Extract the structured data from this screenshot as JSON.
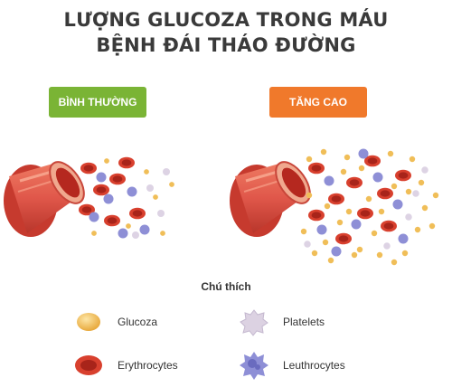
{
  "title": {
    "line1": "LƯỢNG GLUCOZA TRONG MÁU",
    "line2": "BỆNH ĐÁI THÁO ĐƯỜNG"
  },
  "panels": {
    "normal_label": "BÌNH THƯỜNG",
    "high_label": "TĂNG CAO"
  },
  "legend": {
    "title": "Chú thích",
    "items": {
      "glucose": "Glucoza",
      "erythrocytes": "Erythrocytes",
      "platelets": "Platelets",
      "leukocytes": "Leuthrocytes"
    }
  },
  "colors": {
    "normal": "#7ab435",
    "high": "#f0792b",
    "glucose": "#f2c15a",
    "erythrocyte": "#d8402e",
    "platelet": "#d9cfe0",
    "leukocyte": "#8e8fd6",
    "vessel": "#e0574a"
  }
}
